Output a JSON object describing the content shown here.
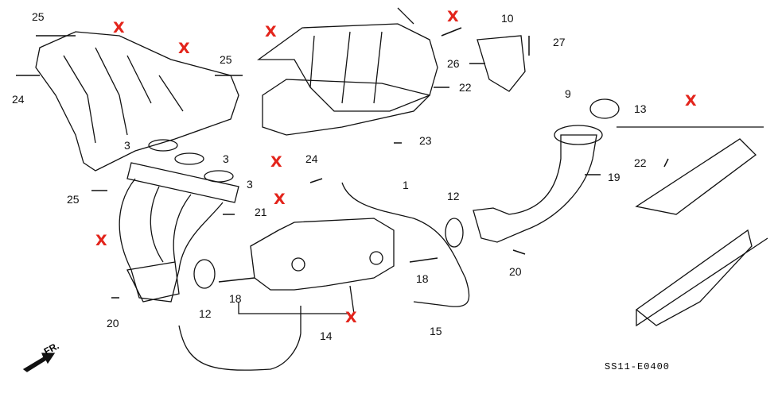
{
  "diagram": {
    "code": "SS11-E0400",
    "front_label": "FR.",
    "removed_mark": "X",
    "marker_color": "#e3241b",
    "part_numbers": [
      "25",
      "24",
      "25",
      "25",
      "3",
      "3",
      "3",
      "21",
      "24",
      "23",
      "1",
      "10",
      "27",
      "26",
      "22",
      "9",
      "13",
      "22",
      "19",
      "12",
      "12",
      "20",
      "20",
      "18",
      "18",
      "15",
      "14"
    ]
  }
}
